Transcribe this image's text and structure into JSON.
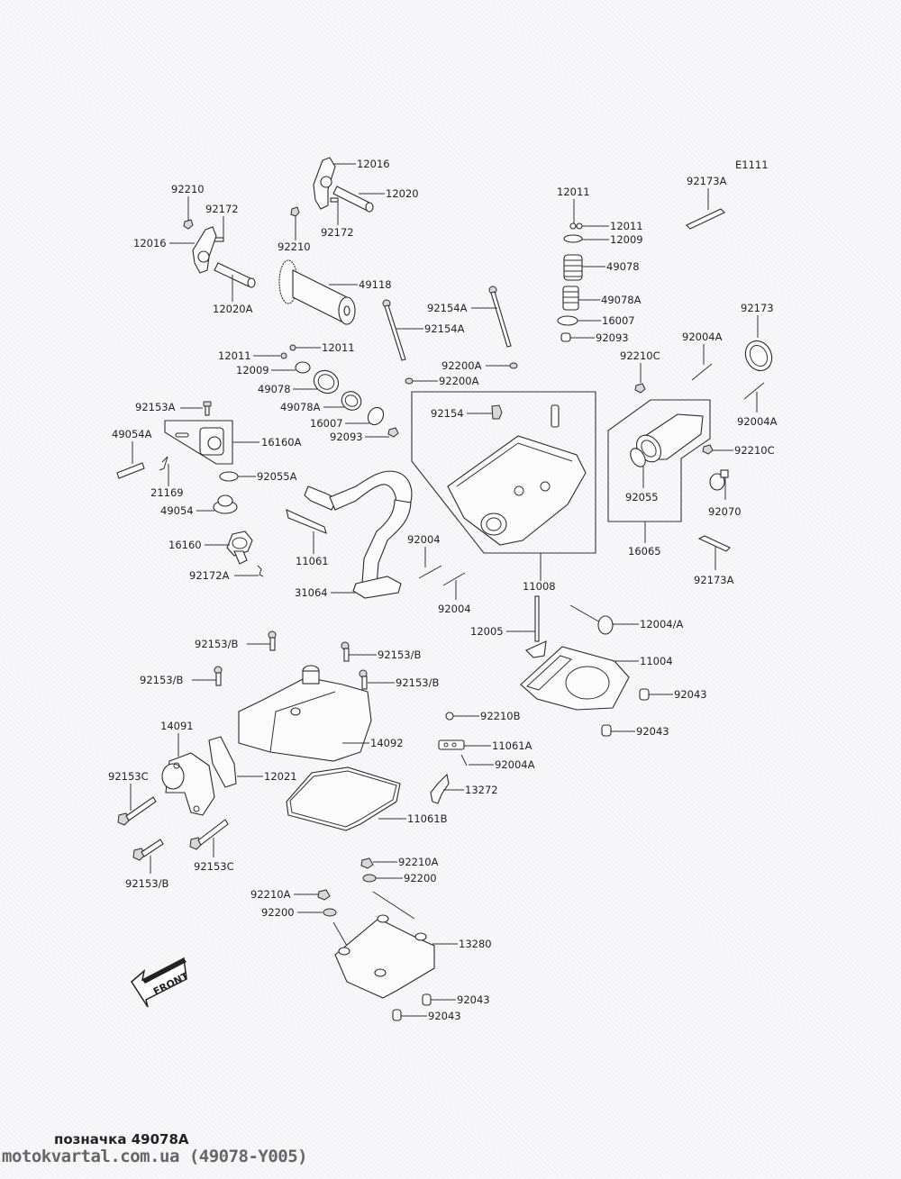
{
  "diagram": {
    "code": "E1111",
    "front_marker": "FRONT",
    "parts": {
      "p12016_top": "12016",
      "p12020": "12020",
      "p92210_left": "92210",
      "p92172_left": "92172",
      "p12016_left": "12016",
      "p92210_mid": "92210",
      "p92172_mid": "92172",
      "p12020A": "12020A",
      "p49118": "49118",
      "p12011_top": "12011",
      "p12011_top2": "12011",
      "p12009_top": "12009",
      "p49078_top": "49078",
      "p49078A_top": "49078A",
      "p16007_top": "16007",
      "p92093_top": "92093",
      "p92173A_top": "92173A",
      "p92154A_a": "92154A",
      "p92154A_b": "92154A",
      "p12011_l1": "12011",
      "p12011_l2": "12011",
      "p12009_l": "12009",
      "p49078_l": "49078",
      "p49078A_l": "49078A",
      "p16007_l": "16007",
      "p92093_l": "92093",
      "p92200A_a": "92200A",
      "p92200A_b": "92200A",
      "p92153A": "92153A",
      "p49054A": "49054A",
      "p16160A": "16160A",
      "p21169": "21169",
      "p92055A": "92055A",
      "p49054": "49054",
      "p16160": "16160",
      "p92172A": "92172A",
      "p11061": "11061",
      "p31064": "31064",
      "p92154": "92154",
      "p92004_a": "92004",
      "p92004_b": "92004",
      "p11008": "11008",
      "p92173": "92173",
      "p92004A_a": "92004A",
      "p92004A_b": "92004A",
      "p92210C_a": "92210C",
      "p92210C_b": "92210C",
      "p92055": "92055",
      "p92070": "92070",
      "p16065": "16065",
      "p92173A_b": "92173A",
      "p12005": "12005",
      "p12004A": "12004/A",
      "p11004": "11004",
      "p92043_a": "92043",
      "p92043_b": "92043",
      "p92153B_a": "92153/B",
      "p92153B_b": "92153/B",
      "p92153B_c": "92153/B",
      "p92153B_d": "92153/B",
      "p14091": "14091",
      "p14092": "14092",
      "p12021": "12021",
      "p92153C_a": "92153C",
      "p92153C_b": "92153C",
      "p92153B_e": "92153/B",
      "p11061B": "11061B",
      "p92210B": "92210B",
      "p11061A": "11061A",
      "p92004A_c": "92004A",
      "p13272": "13272",
      "p92210A_a": "92210A",
      "p92200_a": "92200",
      "p92210A_b": "92210A",
      "p92200_b": "92200",
      "p13280": "13280",
      "p92043_c": "92043",
      "p92043_d": "92043"
    }
  },
  "caption": "позначка 49078A",
  "watermark": "motokvartal.com.ua (49078-Y005)"
}
